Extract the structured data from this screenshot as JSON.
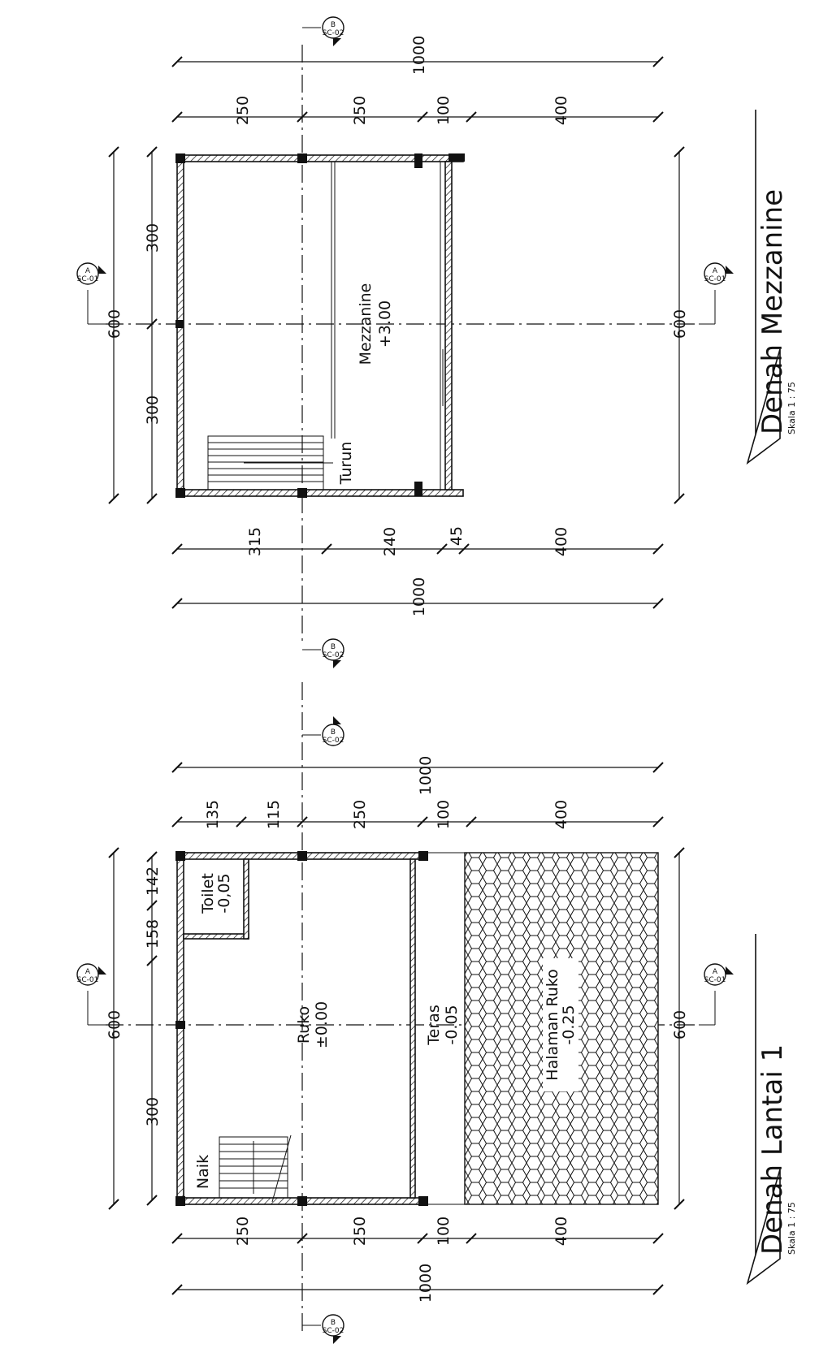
{
  "plans": [
    {
      "title": "Denah Lantai 1",
      "scale": "Skala 1 : 75",
      "dims_top_total": "1000",
      "dims_top": [
        "135",
        "115",
        "250",
        "100",
        "400"
      ],
      "dims_bottom": [
        "250",
        "250",
        "100",
        "400"
      ],
      "dims_bottom_total": "1000",
      "dims_left": [
        "300",
        "158",
        "142"
      ],
      "dims_left_total": "600",
      "dims_right_total": "600",
      "rooms": [
        {
          "name": "Ruko",
          "level": "±0.00"
        },
        {
          "name": "Toilet",
          "level": "-0,05"
        },
        {
          "name": "Teras",
          "level": "-0.05"
        },
        {
          "name": "Halaman Ruko",
          "level": "-0.25"
        }
      ],
      "stair_label": "Naik",
      "section_a": {
        "letter": "A",
        "sheet": "SC-01"
      },
      "section_b": {
        "letter": "B",
        "sheet": "SC-02"
      }
    },
    {
      "title": "Denah Mezzanine",
      "scale": "Skala 1 : 75",
      "dims_top_total": "1000",
      "dims_top": [
        "250",
        "250",
        "100",
        "400"
      ],
      "dims_bottom": [
        "315",
        "240",
        "45",
        "400"
      ],
      "dims_bottom_total": "1000",
      "dims_left": [
        "300",
        "300"
      ],
      "dims_left_total": "600",
      "dims_right_total": "600",
      "rooms": [
        {
          "name": "Mezzanine",
          "level": "+3.00"
        }
      ],
      "stair_label": "Turun",
      "section_a": {
        "letter": "A",
        "sheet": "SC-01"
      },
      "section_b": {
        "letter": "B",
        "sheet": "SC-02"
      }
    }
  ]
}
